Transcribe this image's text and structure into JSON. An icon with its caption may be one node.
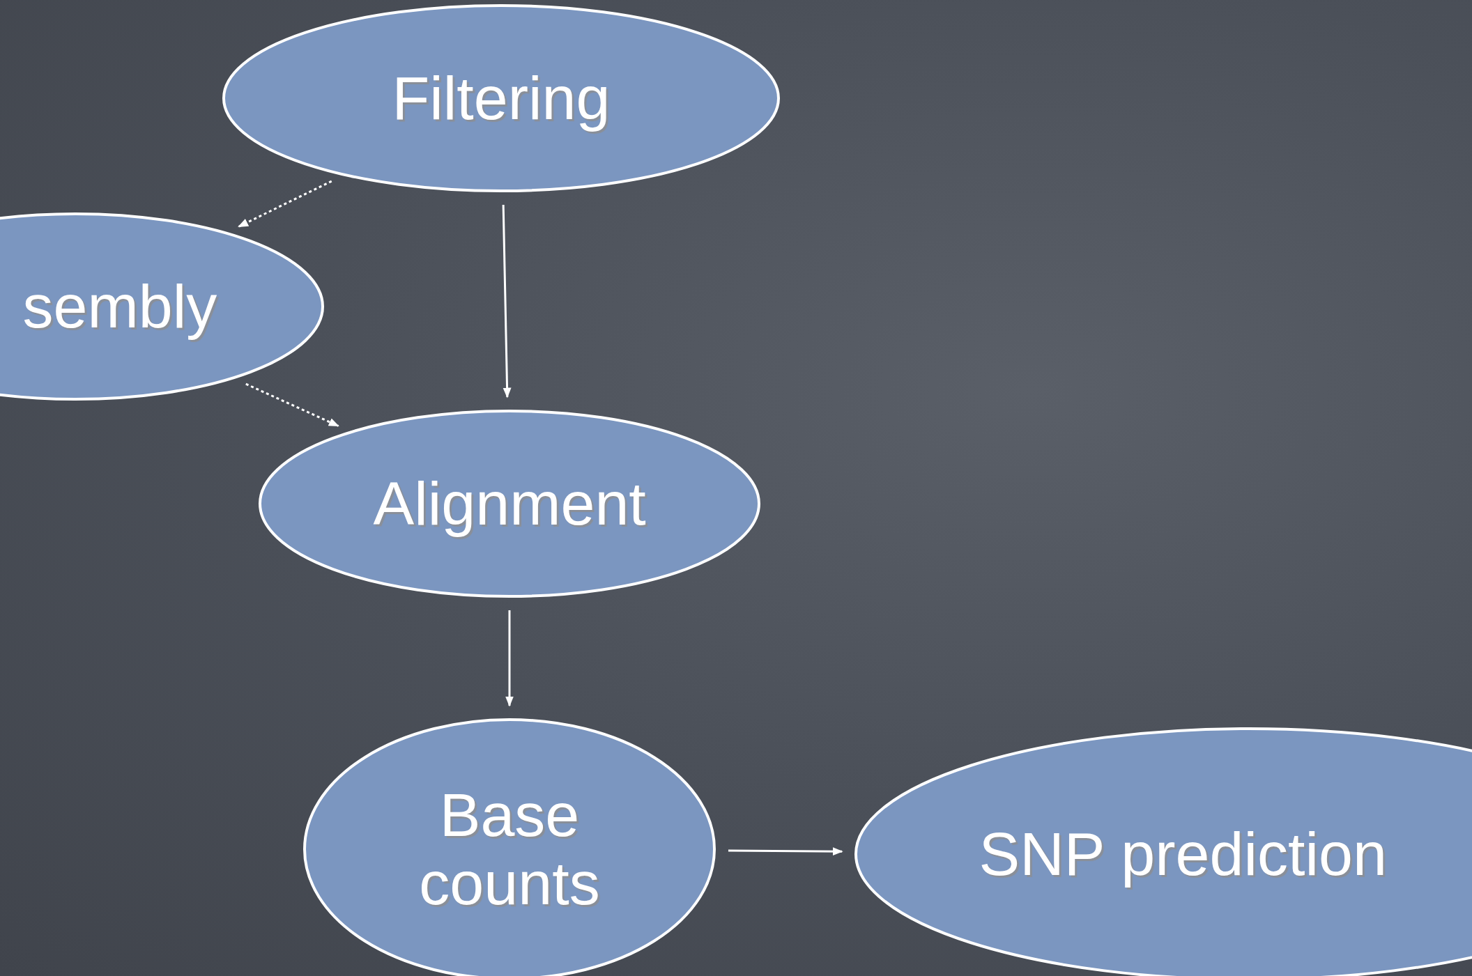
{
  "diagram": {
    "nodes": [
      {
        "text": [
          "Filtering"
        ]
      },
      {
        "text": [
          "sembly"
        ]
      },
      {
        "text": [
          "Alignment"
        ]
      },
      {
        "text": [
          "Base counts"
        ]
      },
      {
        "text": [
          "SNP prediction"
        ]
      }
    ],
    "edges": [
      {
        "from": 0,
        "to": 1,
        "arrow": "to",
        "style": "dashed"
      },
      {
        "from": 1,
        "to": 2,
        "arrow": "to",
        "style": "dashed"
      },
      {
        "from": 0,
        "to": 2,
        "arrow": "to"
      },
      {
        "from": 2,
        "to": 3,
        "arrow": "to"
      },
      {
        "from": 3,
        "to": 4,
        "arrow": "to"
      }
    ]
  }
}
